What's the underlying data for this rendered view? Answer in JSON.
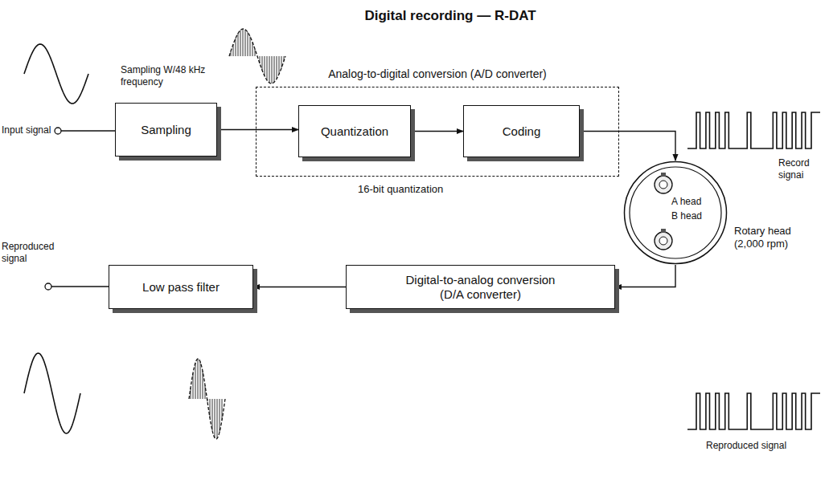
{
  "diagram": {
    "title": "Digital recording — R-DAT",
    "nodes": [
      {
        "text": [
          "Sampling"
        ]
      },
      {
        "text": [
          "Analog-to-digital conversion (A/D converter)"
        ]
      },
      {
        "text": [
          "Quantization"
        ],
        "in": 1
      },
      {
        "text": [
          "Coding"
        ],
        "in": 1
      },
      {
        "text": [
          "A head",
          "B head",
          "Rotary head (2,000 rpm)"
        ]
      },
      {
        "text": [
          "Digital-to-analog conversion (D/A converter)"
        ]
      },
      {
        "text": [
          "Low pass filter"
        ]
      }
    ],
    "edges": [
      {
        "from": 0,
        "to": 2,
        "arrow": "to"
      },
      {
        "from": 2,
        "to": 3,
        "arrow": "to"
      },
      {
        "from": 3,
        "to": 4,
        "arrow": "to"
      },
      {
        "from": 4,
        "to": 5,
        "arrow": "to"
      },
      {
        "from": 5,
        "to": 6,
        "arrow": "to"
      }
    ],
    "labels": [
      "Input signal",
      "Sampling W/48 kHz frequency",
      "16-bit quantization",
      "Record signai",
      "Reproduced signal",
      "Reproduced signal"
    ]
  }
}
